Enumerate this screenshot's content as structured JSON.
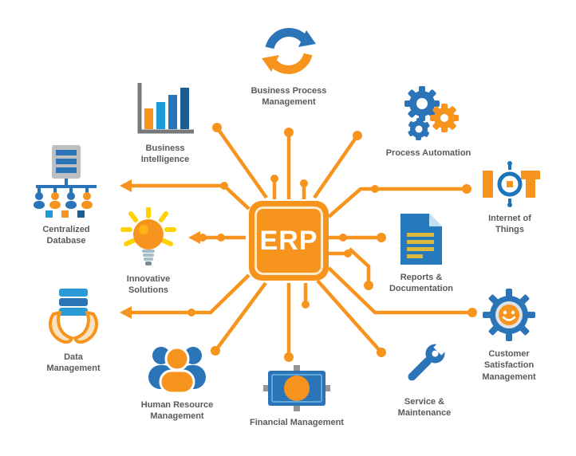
{
  "diagram": {
    "background": "#FFFFFF",
    "colors": {
      "accent_orange": "#F7941E",
      "accent_blue": "#2B74B8",
      "light_blue": "#1B9CD8",
      "dark_blue": "#1A5E93",
      "label_gray": "#595A5C",
      "ray_yellow": "#FFD200"
    }
  },
  "center_chip": {
    "label": "ERP"
  },
  "modules": [
    {
      "id": "business-process",
      "icon": "sync-icon",
      "lines": [
        "Business Process",
        "Management"
      ]
    },
    {
      "id": "business-intelligence",
      "icon": "bar-chart-icon",
      "lines": [
        "Business",
        "Intelligence"
      ]
    },
    {
      "id": "centralized-database",
      "icon": "server-network-icon",
      "lines": [
        "Centralized",
        "Database"
      ]
    },
    {
      "id": "innovative-solutions",
      "icon": "lightbulb-icon",
      "lines": [
        "Innovative",
        "Solutions"
      ]
    },
    {
      "id": "data-management",
      "icon": "hands-document-icon",
      "lines": [
        "Data",
        "Management"
      ]
    },
    {
      "id": "human-resource",
      "icon": "team-icon",
      "lines": [
        "Human Resource",
        "Management"
      ]
    },
    {
      "id": "financial-management",
      "icon": "money-icon",
      "lines": [
        "Financial Management"
      ]
    },
    {
      "id": "service-maintenance",
      "icon": "wrench-icon",
      "lines": [
        "Service &",
        "Maintenance"
      ]
    },
    {
      "id": "customer-satisfaction",
      "icon": "gear-smiley-icon",
      "lines": [
        "Customer",
        "Satisfaction",
        "Management"
      ]
    },
    {
      "id": "reports-documentation",
      "icon": "document-icon",
      "lines": [
        "Reports &",
        "Documentation"
      ]
    },
    {
      "id": "internet-of-things",
      "icon": "iot-icon",
      "lines": [
        "Internet of",
        "Things"
      ]
    },
    {
      "id": "process-automation",
      "icon": "gears-icon",
      "lines": [
        "Process Automation"
      ]
    }
  ]
}
